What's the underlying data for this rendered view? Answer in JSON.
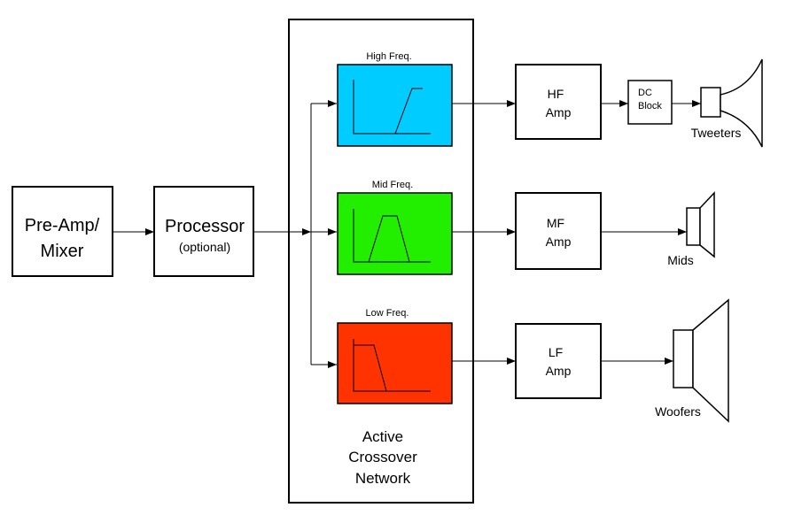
{
  "preamp": {
    "line1": "Pre-Amp/",
    "line2": "Mixer"
  },
  "processor": {
    "title": "Processor",
    "subtitle": "(optional)"
  },
  "crossover": {
    "line1": "Active",
    "line2": "Crossover",
    "line3": "Network"
  },
  "filters": {
    "high": {
      "label": "High Freq.",
      "color": "#00ccff"
    },
    "mid": {
      "label": "Mid Freq.",
      "color": "#22ee00"
    },
    "low": {
      "label": "Low Freq.",
      "color": "#ff3300"
    }
  },
  "amps": {
    "hf": {
      "line1": "HF",
      "line2": "Amp"
    },
    "mf": {
      "line1": "MF",
      "line2": "Amp"
    },
    "lf": {
      "line1": "LF",
      "line2": "Amp"
    }
  },
  "dc_block": {
    "line1": "DC",
    "line2": "Block"
  },
  "speakers": {
    "tweeters": "Tweeters",
    "mids": "Mids",
    "woofers": "Woofers"
  }
}
